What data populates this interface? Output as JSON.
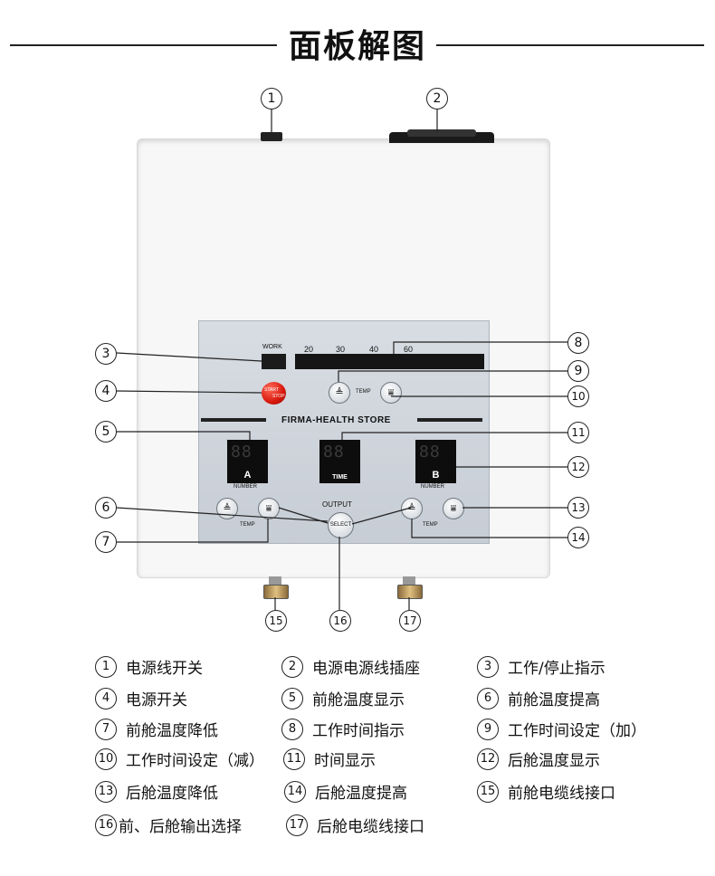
{
  "title": "面板解图",
  "panel": {
    "work_label": "WORK",
    "scale": [
      "20",
      "30",
      "40",
      "60"
    ],
    "temp_label": "TEMP",
    "store_label": "FIRMA-HEALTH STORE",
    "start_stop_1": "START",
    "start_stop_2": "STOP",
    "display_a": {
      "digits": "88",
      "label": "A",
      "sub": "NUMBER"
    },
    "display_time": {
      "digits": "88",
      "label": "TIME"
    },
    "display_b": {
      "digits": "88",
      "label": "B",
      "sub": "NUMBER"
    },
    "output_label": "OUTPUT",
    "select_label": "SELECT",
    "temp_left": "TEMP",
    "temp_right": "TEMP"
  },
  "callouts": [
    "1",
    "2",
    "3",
    "4",
    "5",
    "6",
    "7",
    "8",
    "9",
    "10",
    "11",
    "12",
    "13",
    "14",
    "15",
    "16",
    "17"
  ],
  "legend": [
    {
      "num": "1",
      "text": "电源线开关"
    },
    {
      "num": "2",
      "text": "电源电源线插座"
    },
    {
      "num": "3",
      "text": "工作/停止指示"
    },
    {
      "num": "4",
      "text": "电源开关"
    },
    {
      "num": "5",
      "text": "前舱温度显示"
    },
    {
      "num": "6",
      "text": "前舱温度提高"
    },
    {
      "num": "7",
      "text": "前舱温度降低"
    },
    {
      "num": "8",
      "text": "工作时间指示"
    },
    {
      "num": "9",
      "text": "工作时间设定（加）"
    },
    {
      "num": "10",
      "text": "工作时间设定（减）"
    },
    {
      "num": "11",
      "text": "时间显示"
    },
    {
      "num": "12",
      "text": "后舱温度显示"
    },
    {
      "num": "13",
      "text": "后舱温度降低"
    },
    {
      "num": "14",
      "text": "后舱温度提高"
    },
    {
      "num": "15",
      "text": "前舱电缆线接口"
    },
    {
      "num": "16",
      "text": "前、后舱输出选择"
    },
    {
      "num": "17",
      "text": "后舱电缆线接口"
    }
  ]
}
